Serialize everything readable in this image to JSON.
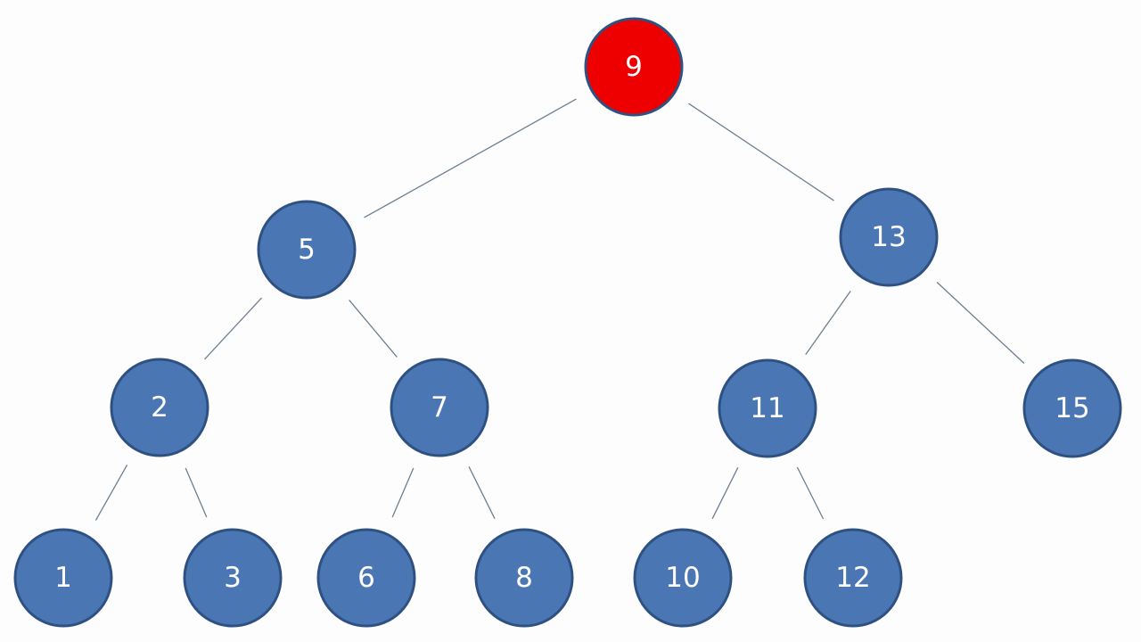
{
  "diagram": {
    "type": "binary-search-tree",
    "root": "9",
    "colors": {
      "node_fill": "#4a77b4",
      "node_stroke": "#2f5182",
      "highlight_fill": "#ee0000",
      "highlight_stroke": "#243c64",
      "edge": "#6d7f91",
      "label": "#ffffff"
    },
    "nodes": [
      {
        "id": "n9",
        "label": "9",
        "highlight": true
      },
      {
        "id": "n5",
        "label": "5"
      },
      {
        "id": "n13",
        "label": "13"
      },
      {
        "id": "n2",
        "label": "2"
      },
      {
        "id": "n7",
        "label": "7"
      },
      {
        "id": "n11",
        "label": "11"
      },
      {
        "id": "n15",
        "label": "15"
      },
      {
        "id": "n1",
        "label": "1"
      },
      {
        "id": "n3",
        "label": "3"
      },
      {
        "id": "n6",
        "label": "6"
      },
      {
        "id": "n8",
        "label": "8"
      },
      {
        "id": "n10",
        "label": "10"
      },
      {
        "id": "n12",
        "label": "12"
      }
    ],
    "edges": [
      {
        "from": "n9",
        "to": "n5"
      },
      {
        "from": "n9",
        "to": "n13"
      },
      {
        "from": "n5",
        "to": "n2"
      },
      {
        "from": "n5",
        "to": "n7"
      },
      {
        "from": "n13",
        "to": "n11"
      },
      {
        "from": "n13",
        "to": "n15"
      },
      {
        "from": "n2",
        "to": "n1"
      },
      {
        "from": "n2",
        "to": "n3"
      },
      {
        "from": "n7",
        "to": "n6"
      },
      {
        "from": "n7",
        "to": "n8"
      },
      {
        "from": "n11",
        "to": "n10"
      },
      {
        "from": "n11",
        "to": "n12"
      }
    ]
  }
}
